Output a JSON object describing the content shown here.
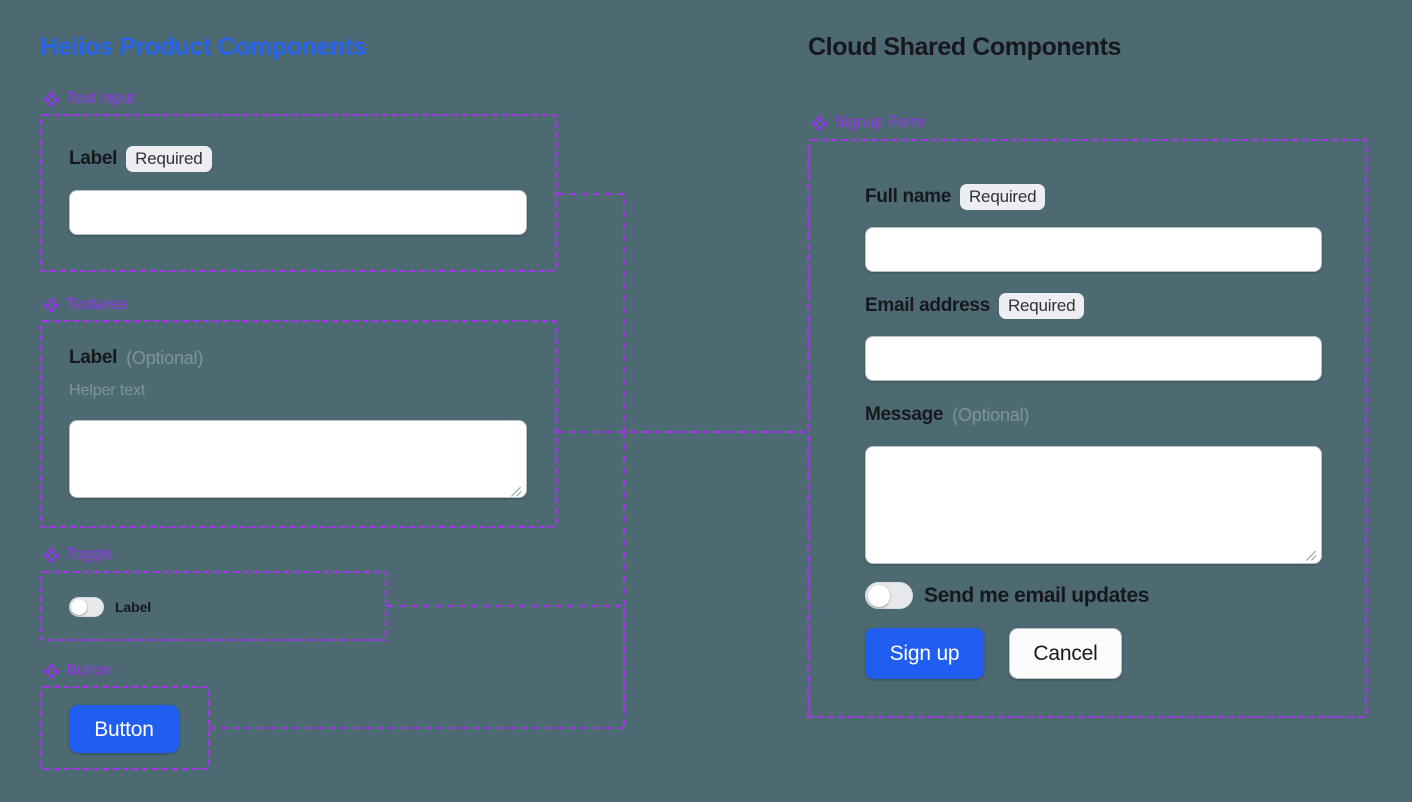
{
  "canvas": {
    "background": "#4d6a72",
    "accent_blue": "#2563eb",
    "accent_purple": "#a735f0",
    "button_blue": "#1f5ef0"
  },
  "panels": {
    "left": {
      "title": "Helios Product Components",
      "title_color": "#2563eb",
      "groups": [
        {
          "icon": "diamond-cluster-icon",
          "label": "Text Input",
          "field": {
            "label": "Label",
            "badge": "Required",
            "input_value": "",
            "input_placeholder": ""
          }
        },
        {
          "icon": "diamond-cluster-icon",
          "label": "Textarea",
          "field": {
            "label": "Label",
            "optional": "(Optional)",
            "helper": "Helper text",
            "input_value": "",
            "input_placeholder": ""
          }
        },
        {
          "icon": "diamond-cluster-icon",
          "label": "Toggle",
          "field": {
            "toggle_label": "Label",
            "toggle_state": "off"
          }
        },
        {
          "icon": "diamond-cluster-icon",
          "label": "Button",
          "field": {
            "button_label": "Button"
          }
        }
      ]
    },
    "right": {
      "title": "Cloud Shared Components",
      "title_color": "#16181d",
      "group": {
        "icon": "diamond-cluster-icon",
        "label": "Signup Form"
      },
      "form": {
        "fields": [
          {
            "label": "Full name",
            "badge": "Required",
            "value": "",
            "placeholder": ""
          },
          {
            "label": "Email address",
            "badge": "Required",
            "value": "",
            "placeholder": ""
          },
          {
            "label": "Message",
            "optional": "(Optional)",
            "value": "",
            "placeholder": ""
          }
        ],
        "toggle": {
          "label": "Send me email updates",
          "state": "off"
        },
        "actions": {
          "primary": "Sign up",
          "secondary": "Cancel"
        }
      }
    }
  }
}
